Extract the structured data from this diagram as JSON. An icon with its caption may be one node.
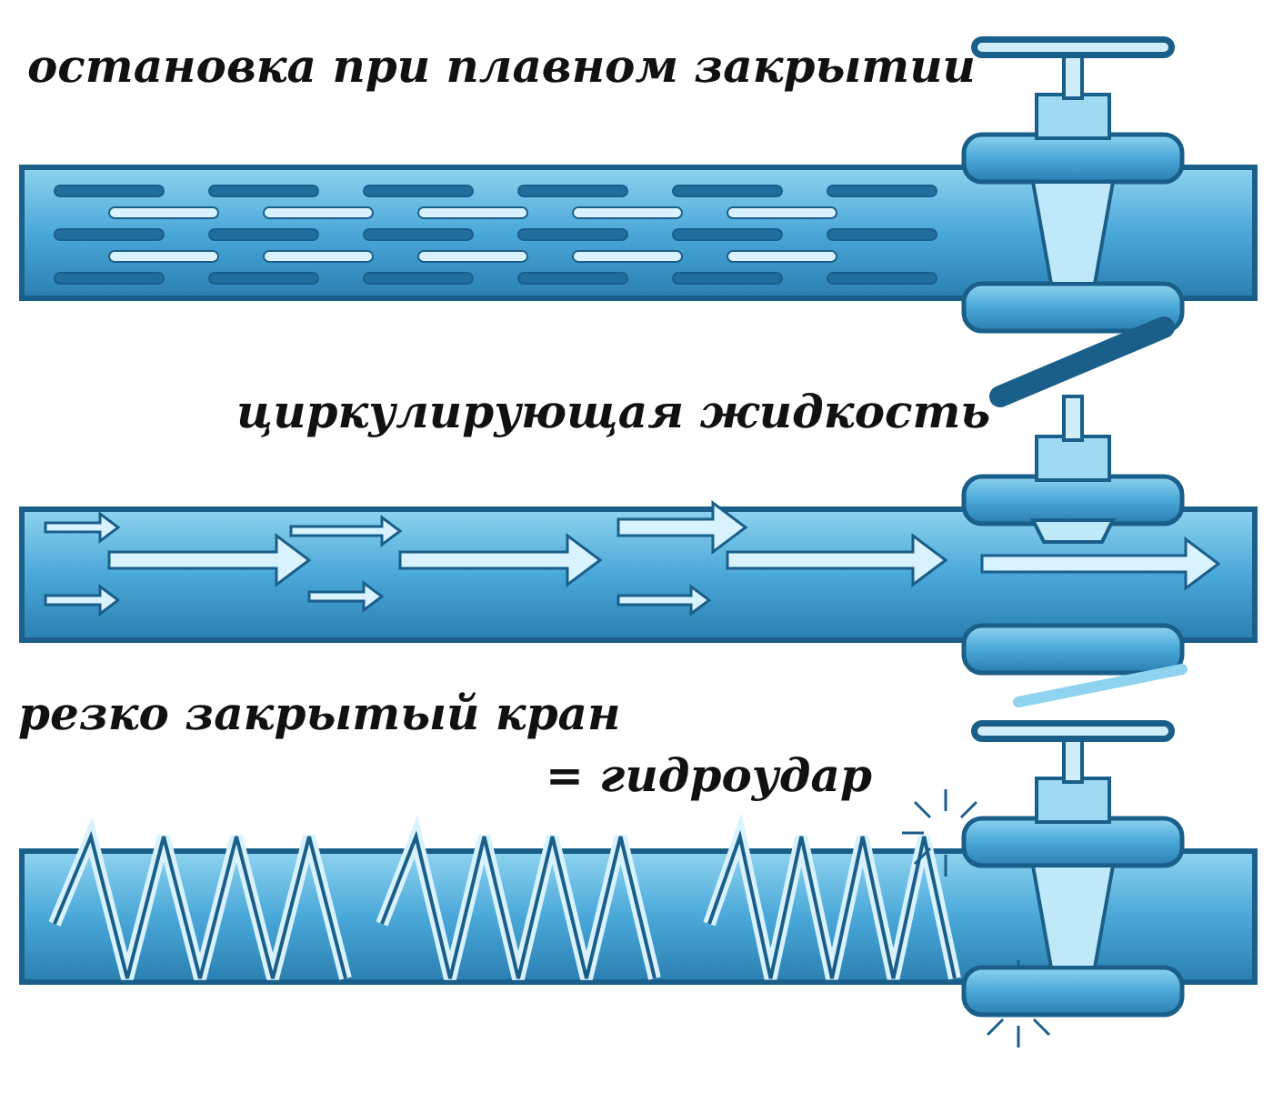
{
  "diagram": {
    "labels": [
      "остановка при плавном закрытии",
      "циркулирующая жидкость",
      "резко закрытый кран",
      "= гидроудар"
    ]
  }
}
